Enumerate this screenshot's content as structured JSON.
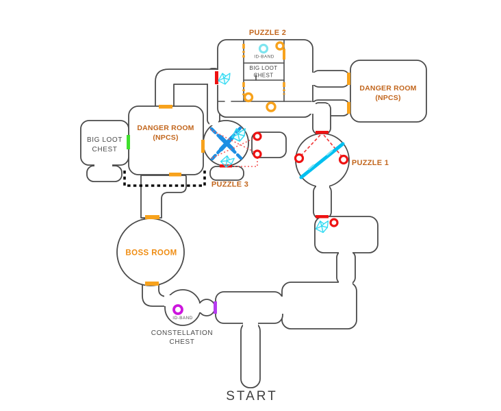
{
  "labels": {
    "puzzle2": "PUZZLE 2",
    "puzzle1": "PUZZLE 1",
    "puzzle3": "PUZZLE 3",
    "danger_top": {
      "line1": "DANGER ROOM",
      "line2": "(NPCS)"
    },
    "danger_mid": {
      "line1": "DANGER ROOM",
      "line2": "(NPCS)"
    },
    "big_loot": {
      "line1": "BIG LOOT",
      "line2": "CHEST"
    },
    "p2_chest": {
      "line1": "BIG LOOT",
      "line2": "CHEST"
    },
    "p2_idband": "ID-BAND",
    "boss": "BOSS ROOM",
    "idband": "ID-BAND",
    "constellation": {
      "line1": "CONSTELLATION",
      "line2": "CHEST"
    },
    "start": "START"
  },
  "icons": {
    "crystal": "cyan-crystal-icon",
    "red_ring": "red-target-ring-icon",
    "orange_ring": "orange-target-ring-icon",
    "cyan_ring": "cyan-target-ring-icon",
    "magenta_ring": "magenta-target-ring-icon"
  },
  "colors": {
    "wall": "#4a4a4a",
    "door_orange": "#f7a21c",
    "door_red": "#ee1212",
    "door_green": "#3fdf2d",
    "door_purple": "#b63cf0",
    "ring_magenta": "#cc16dd",
    "ring_cyan": "#7de4ef",
    "laser": "#00bfef",
    "puzzle_blue": "#1c8fe3",
    "crystal": "#2cd9f2",
    "path_black": "#0d0d0d",
    "label_orange": "#c2661d",
    "boss_orange": "#ef8d13",
    "label_gray": "#4a4a4a"
  }
}
